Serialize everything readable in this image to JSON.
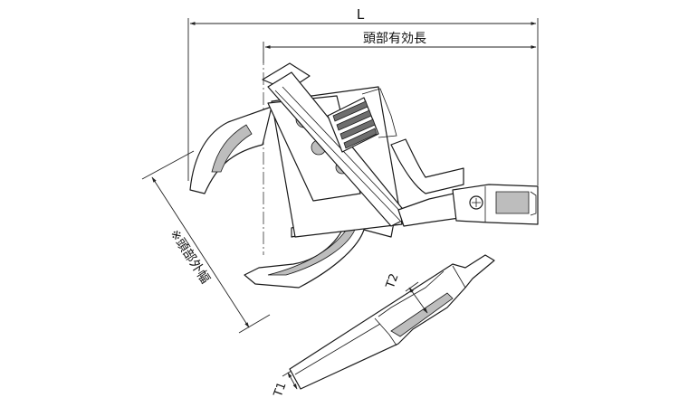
{
  "dimensions": {
    "overall_length": "L",
    "head_effective_length": "頭部有効長",
    "head_outer_width": "※頭部外幅",
    "thickness_1": "T1",
    "thickness_2": "T2"
  },
  "colors": {
    "line": "#1a1a1a",
    "shade": "#bdbdbd",
    "background": "#ffffff"
  }
}
